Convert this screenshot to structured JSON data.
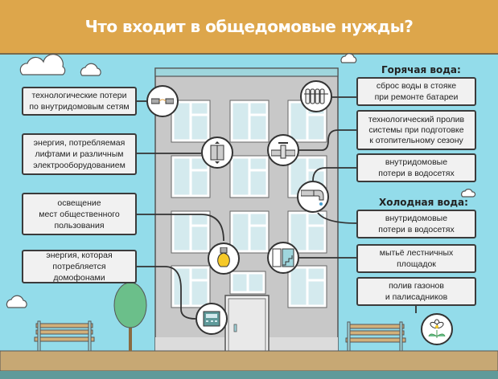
{
  "title": "Что входит в общедомовые нужды?",
  "left_items": [
    {
      "label": "технологические потери\nпо внутридомовым сетям",
      "icon": "pipe-joint-icon"
    },
    {
      "label": "энергия, потребляемая\nлифтами и различным\nэлектрооборудованием",
      "icon": "elevator-icon"
    },
    {
      "label": "освещение\nмест общественного\nпользования",
      "icon": "light-bulb-icon"
    },
    {
      "label": "энергия, которая\nпотребляется домофонами",
      "icon": "intercom-icon"
    }
  ],
  "hot_water": {
    "heading": "Горячая вода:",
    "items": [
      {
        "label": "сброс воды в стояке\nпри ремонте батареи",
        "icon": "radiator-icon"
      },
      {
        "label": "технологический пролив\nсистемы при подготовке\nк отопительному сезону",
        "icon": "pipe-valve-icon"
      },
      {
        "label": "внутридомовые\nпотери в водосетях",
        "icon": "water-tap-icon"
      }
    ]
  },
  "cold_water": {
    "heading": "Холодная вода:",
    "items": [
      {
        "label": "внутридомовые\nпотери в водосетях",
        "icon": "water-tap-icon"
      },
      {
        "label": "мытьё лестничных\nплощадок",
        "icon": "stairs-icon"
      },
      {
        "label": "полив газонов\nи палисадников",
        "icon": "flower-icon"
      }
    ]
  },
  "colors": {
    "header": "#dda64b",
    "sky": "#93dcea",
    "building": "#c8c8c8",
    "ground": "#c7a874",
    "window": "#d4eaee"
  }
}
